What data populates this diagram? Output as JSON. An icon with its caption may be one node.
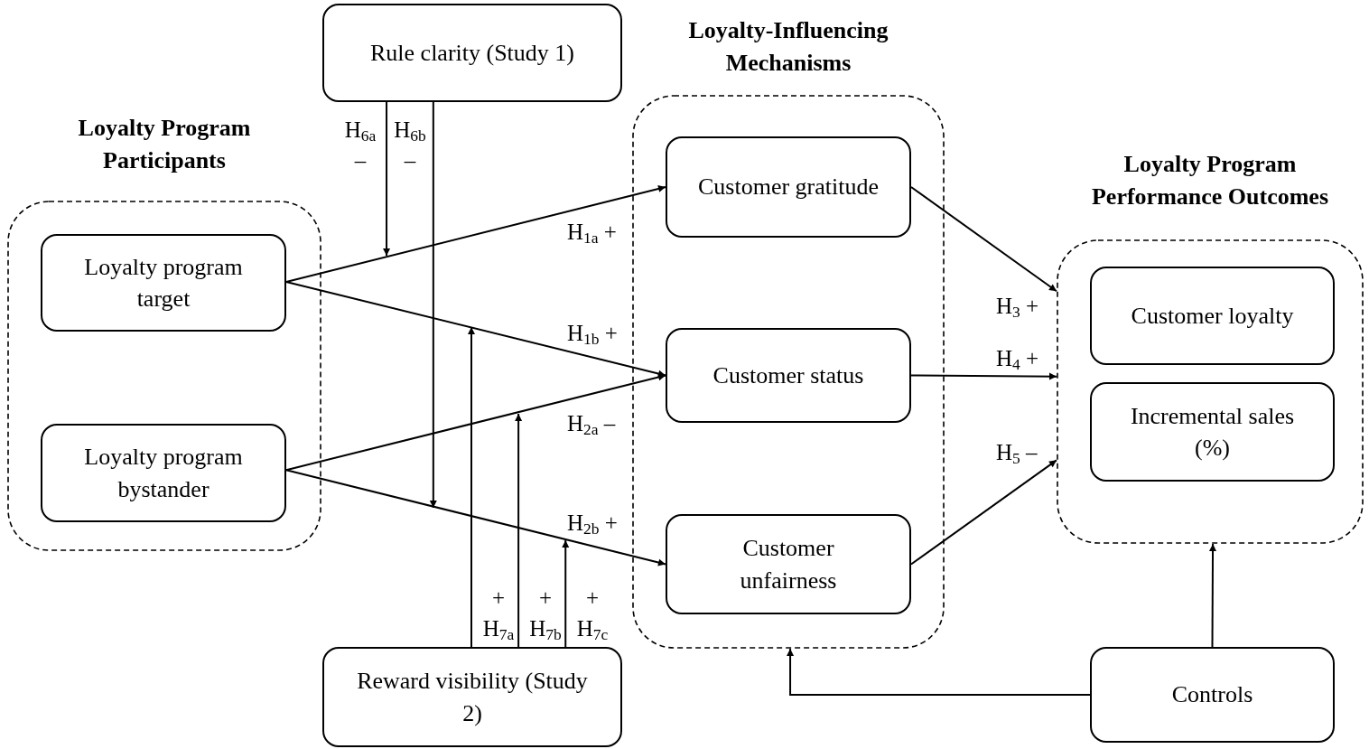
{
  "diagram": {
    "nodes": [
      {
        "text": [
          "Loyalty Program Participants"
        ]
      },
      {
        "text": [
          "Loyalty program target"
        ],
        "in": 0
      },
      {
        "text": [
          "Loyalty program bystander"
        ],
        "in": 0
      },
      {
        "text": [
          "Rule clarity (Study 1)"
        ]
      },
      {
        "text": [
          "Loyalty-Influencing Mechanisms"
        ]
      },
      {
        "text": [
          "Customer gratitude"
        ],
        "in": 4
      },
      {
        "text": [
          "Customer status"
        ],
        "in": 4
      },
      {
        "text": [
          "Customer unfairness"
        ],
        "in": 4
      },
      {
        "text": [
          "Loyalty Program Performance Outcomes"
        ]
      },
      {
        "text": [
          "Customer loyalty"
        ],
        "in": 8
      },
      {
        "text": [
          "Incremental sales (%)"
        ],
        "in": 8
      },
      {
        "text": [
          "Reward visibility (Study 2)"
        ]
      },
      {
        "text": [
          "Controls"
        ]
      }
    ],
    "edges": [
      {
        "from": 1,
        "to": 5,
        "arrow": "to",
        "label": "H$_{1a}$ +"
      },
      {
        "from": 1,
        "to": 6,
        "arrow": "to",
        "label": "H$_{1b}$ +"
      },
      {
        "from": 2,
        "to": 6,
        "arrow": "to",
        "label": "H$_{2a}$ –"
      },
      {
        "from": 2,
        "to": 7,
        "arrow": "to",
        "label": "H$_{2b}$ +"
      },
      {
        "from": 5,
        "to": 8,
        "arrow": "to",
        "label": "H$_{3}$ +"
      },
      {
        "from": 6,
        "to": 8,
        "arrow": "to",
        "label": "H$_{4}$ +"
      },
      {
        "from": 7,
        "to": 8,
        "arrow": "to",
        "label": "H$_{5}$ –"
      },
      {
        "from": 3,
        "to": null,
        "arrow": "to",
        "label": "H$_{6a}$ –"
      },
      {
        "from": 3,
        "to": null,
        "arrow": "to",
        "label": "H$_{6b}$ –"
      },
      {
        "from": 11,
        "to": null,
        "arrow": "to",
        "label": "+ H$_{7a}$"
      },
      {
        "from": 11,
        "to": null,
        "arrow": "to",
        "label": "+ H$_{7b}$"
      },
      {
        "from": 11,
        "to": null,
        "arrow": "to",
        "label": "+ H$_{7c}$"
      },
      {
        "from": 12,
        "to": 8,
        "arrow": "to"
      },
      {
        "from": 12,
        "to": 4,
        "arrow": "to"
      }
    ]
  }
}
